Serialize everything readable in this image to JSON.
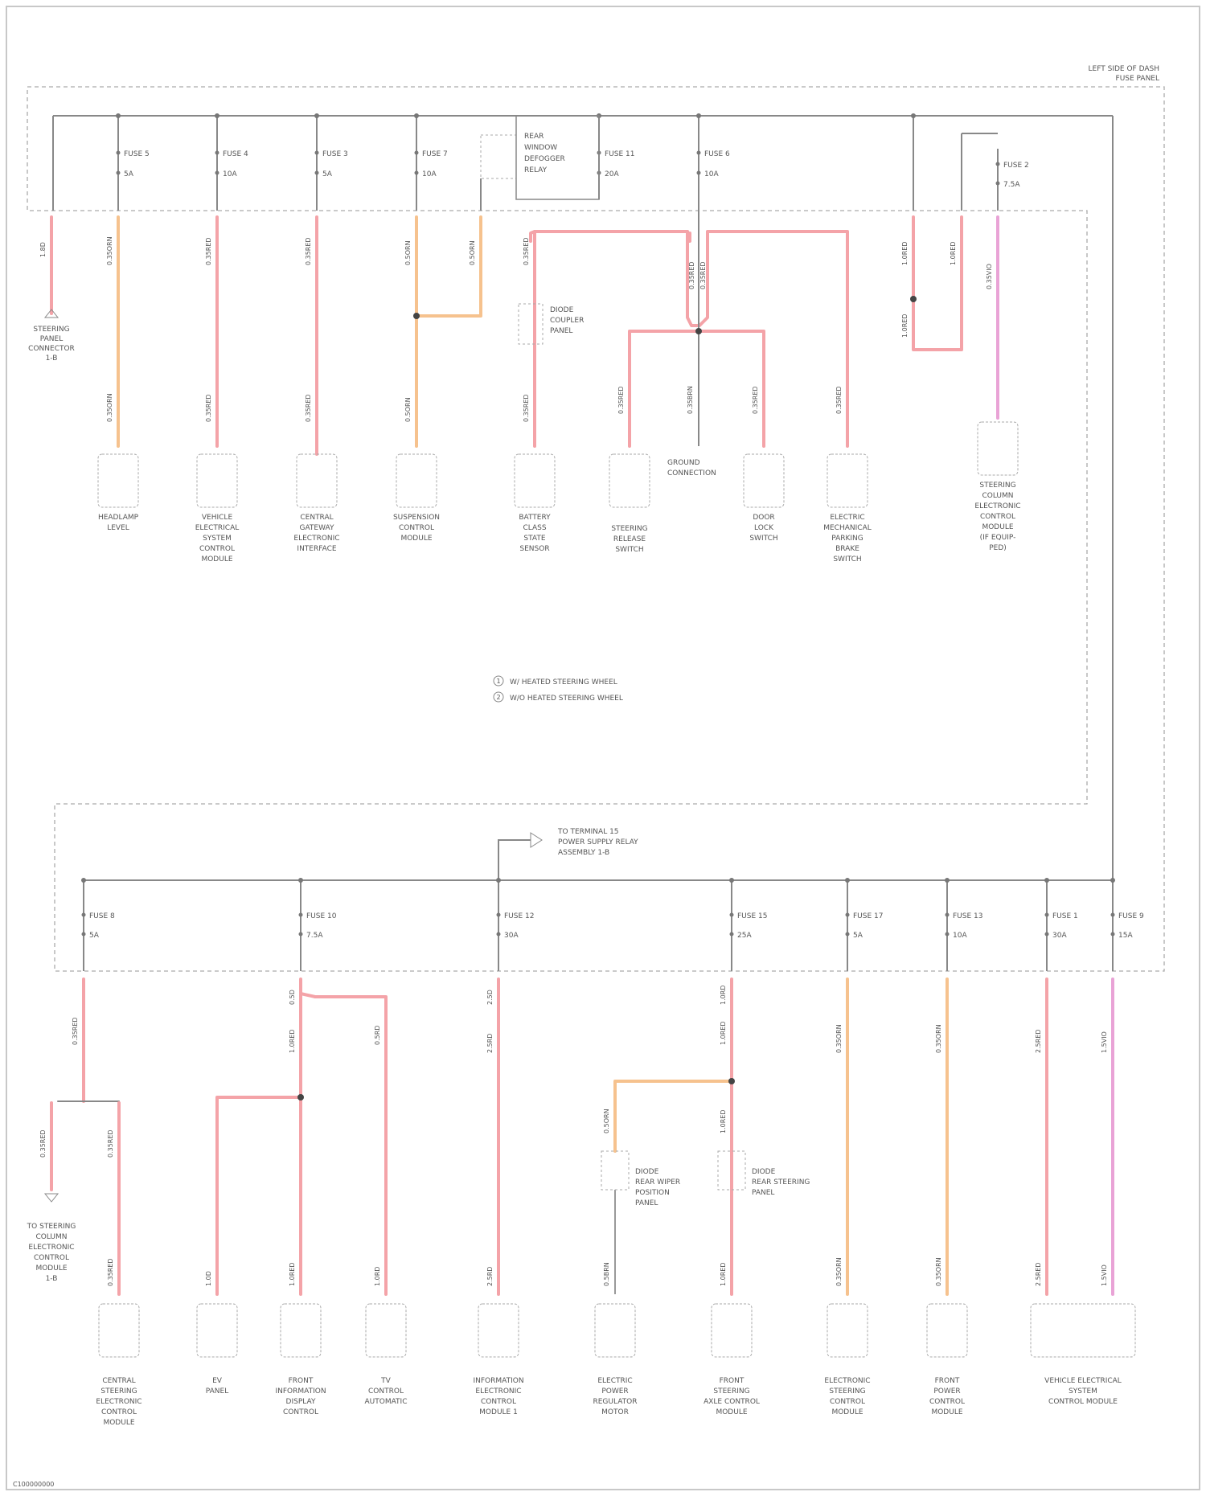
{
  "colors": {
    "wire_red": "#f4a3a8",
    "wire_orange": "#f6c28e",
    "wire_pink": "#e9a3d6",
    "line": "#888888",
    "border": "#c8c8c8"
  },
  "fuse_panel_label": [
    "LEFT SIDE OF DASH",
    "FUSE PANEL"
  ],
  "top_fuses": [
    {
      "label": "FUSE 5",
      "amps": "5A"
    },
    {
      "label": "FUSE 4",
      "amps": "10A"
    },
    {
      "label": "FUSE 3",
      "amps": "5A"
    },
    {
      "label": "FUSE 7",
      "amps": "10A"
    },
    {
      "label": "FUSE 11",
      "amps": "20A"
    },
    {
      "label": "FUSE 6",
      "amps": "10A"
    },
    {
      "label": "FUSE 2",
      "amps": "7.5A"
    }
  ],
  "relay_label": [
    "REAR",
    "WINDOW",
    "DEFOGGER",
    "RELAY"
  ],
  "top_components": [
    [
      "HEADLAMP",
      "LEVEL"
    ],
    [
      "VEHICLE",
      "ELECTRICAL",
      "SYSTEM",
      "CONTROL",
      "MODULE"
    ],
    [
      "CENTRAL",
      "GATEWAY",
      "ELECTRONIC",
      "INTERFACE"
    ],
    [
      "SUSPENSION",
      "CONTROL",
      "MODULE"
    ],
    [
      "BATTERY",
      "CLASS",
      "STATE",
      "SENSOR"
    ],
    [
      "STEERING",
      "RELEASE",
      "SWITCH"
    ],
    [
      "DOOR",
      "LOCK",
      "SWITCH"
    ],
    [
      "ELECTRIC",
      "MECHANICAL",
      "PARKING",
      "BRAKE",
      "SWITCH"
    ],
    [
      "STEERING",
      "COLUMN",
      "ELECTRONIC",
      "CONTROL",
      "MODULE",
      "(IF EQUIP-",
      "PED)"
    ]
  ],
  "top_left_connector": [
    "STEERING",
    "PANEL",
    "CONNECTOR",
    "1-B"
  ],
  "top_notes": [
    "DIODE",
    "COUPLER",
    "PANEL"
  ],
  "ground_junction": [
    "GROUND",
    "CONNECTION"
  ],
  "legend": [
    {
      "symbol": "1",
      "text": "W/ HEATED STEERING WHEEL"
    },
    {
      "symbol": "2",
      "text": "W/O HEATED STEERING WHEEL"
    }
  ],
  "feed_label": [
    "TO TERMINAL 15",
    "POWER SUPPLY RELAY",
    "ASSEMBLY 1-B"
  ],
  "bottom_fuses": [
    {
      "label": "FUSE 8",
      "amps": "5A"
    },
    {
      "label": "FUSE 10",
      "amps": "7.5A"
    },
    {
      "label": "FUSE 12",
      "amps": "30A"
    },
    {
      "label": "FUSE 15",
      "amps": "25A"
    },
    {
      "label": "FUSE 17",
      "amps": "5A"
    },
    {
      "label": "FUSE 13",
      "amps": "10A"
    },
    {
      "label": "FUSE 1",
      "amps": "30A"
    },
    {
      "label": "FUSE 9",
      "amps": "15A"
    }
  ],
  "bottom_left_connector": [
    "TO STEERING",
    "COLUMN",
    "ELECTRONIC",
    "CONTROL",
    "MODULE",
    "1-B"
  ],
  "diode_labels": [
    [
      "DIODE",
      "REAR WIPER",
      "POSITION",
      "PANEL"
    ],
    [
      "DIODE",
      "REAR STEERING",
      "PANEL"
    ]
  ],
  "bottom_components": [
    [
      "CENTRAL",
      "STEERING",
      "ELECTRONIC",
      "CONTROL",
      "MODULE"
    ],
    [
      "EV",
      "PANEL"
    ],
    [
      "FRONT",
      "INFORMATION",
      "DISPLAY",
      "CONTROL"
    ],
    [
      "TV",
      "CONTROL",
      "AUTOMATIC"
    ],
    [
      "INFORMATION",
      "ELECTRONIC",
      "CONTROL",
      "MODULE 1"
    ],
    [
      "ELECTRIC",
      "POWER",
      "REGULATOR",
      "MOTOR"
    ],
    [
      "FRONT",
      "STEERING",
      "AXLE CONTROL",
      "MODULE"
    ],
    [
      "ELECTRONIC",
      "STEERING",
      "CONTROL",
      "MODULE"
    ],
    [
      "FRONT",
      "POWER",
      "CONTROL",
      "MODULE"
    ],
    [
      "VEHICLE ELECTRICAL",
      "SYSTEM",
      "CONTROL MODULE"
    ]
  ],
  "footer_code": "C100000000"
}
